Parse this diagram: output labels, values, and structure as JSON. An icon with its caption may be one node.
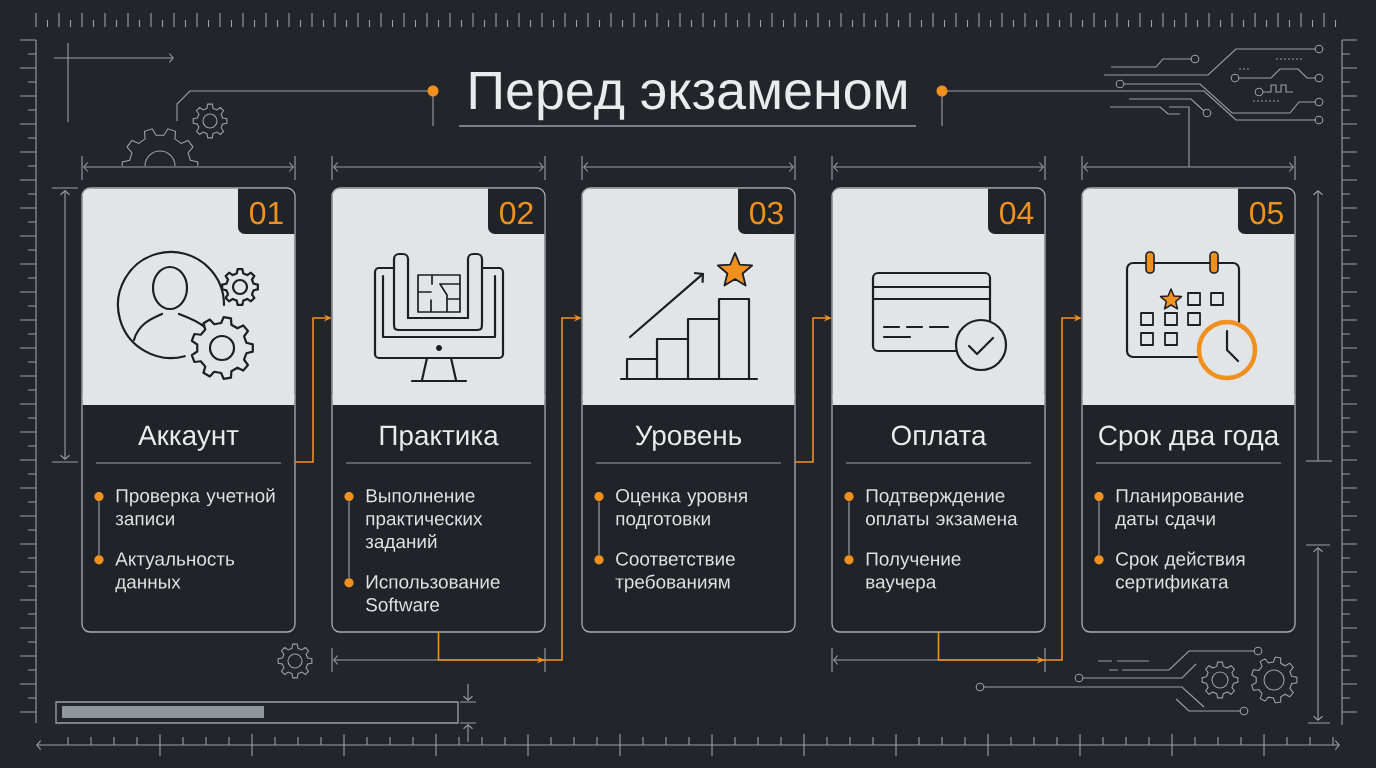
{
  "diagram": {
    "title": "Перед экзаменом",
    "nodes": [
      {
        "text": [
          "01",
          "Аккаунт",
          "Проверка учетной записи",
          "Актуальность данных"
        ]
      },
      {
        "text": [
          "02",
          "Практика",
          "Выполнение практических заданий",
          "Использование Software"
        ]
      },
      {
        "text": [
          "03",
          "Уровень",
          "Оценка уровня подготовки",
          "Соответствие требованиям"
        ]
      },
      {
        "text": [
          "04",
          "Оплата",
          "Подтверждение оплаты экзамена",
          "Получение ваучера"
        ]
      },
      {
        "text": [
          "05",
          "Срок два года",
          "Планирование даты сдачи",
          "Срок действия сертификата"
        ]
      }
    ],
    "edges": [
      {
        "from": 0,
        "to": 1,
        "arrow": "to"
      },
      {
        "from": 1,
        "to": 2,
        "arrow": "to"
      },
      {
        "from": 2,
        "to": 3,
        "arrow": "to"
      },
      {
        "from": 3,
        "to": 4,
        "arrow": "to"
      }
    ]
  }
}
